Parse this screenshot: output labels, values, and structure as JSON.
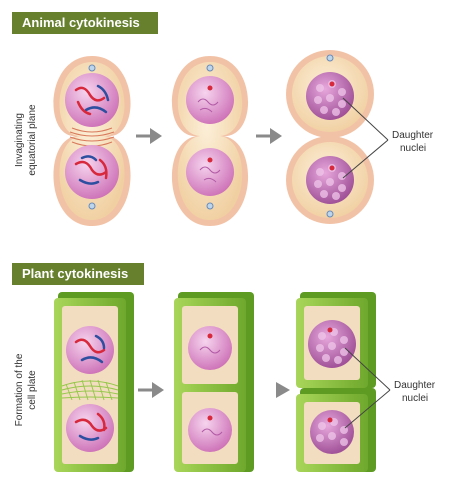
{
  "sections": {
    "animal": {
      "title": "Animal cytokinesis",
      "side_label_lines": [
        "Invaginating",
        "equatorial plane"
      ],
      "callout_lines": [
        "Daughter",
        "nuclei"
      ]
    },
    "plant": {
      "title": "Plant cytokinesis",
      "side_label_lines": [
        "Formation of the",
        "cell plate"
      ],
      "callout_lines": [
        "Daughter",
        "nuclei"
      ]
    }
  },
  "colors": {
    "title_bg": "#66802e",
    "animal_membrane": "#f2c0a0",
    "animal_cytoplasm": "#f6dcb4",
    "plant_wall": "#8dc63f",
    "plant_cytoplasm": "#f3ddc0",
    "nucleus": "#d97fc4",
    "chromosome_red": "#d8283c",
    "chromosome_blue": "#2d4fa0",
    "arrow": "#8a8a8a"
  }
}
